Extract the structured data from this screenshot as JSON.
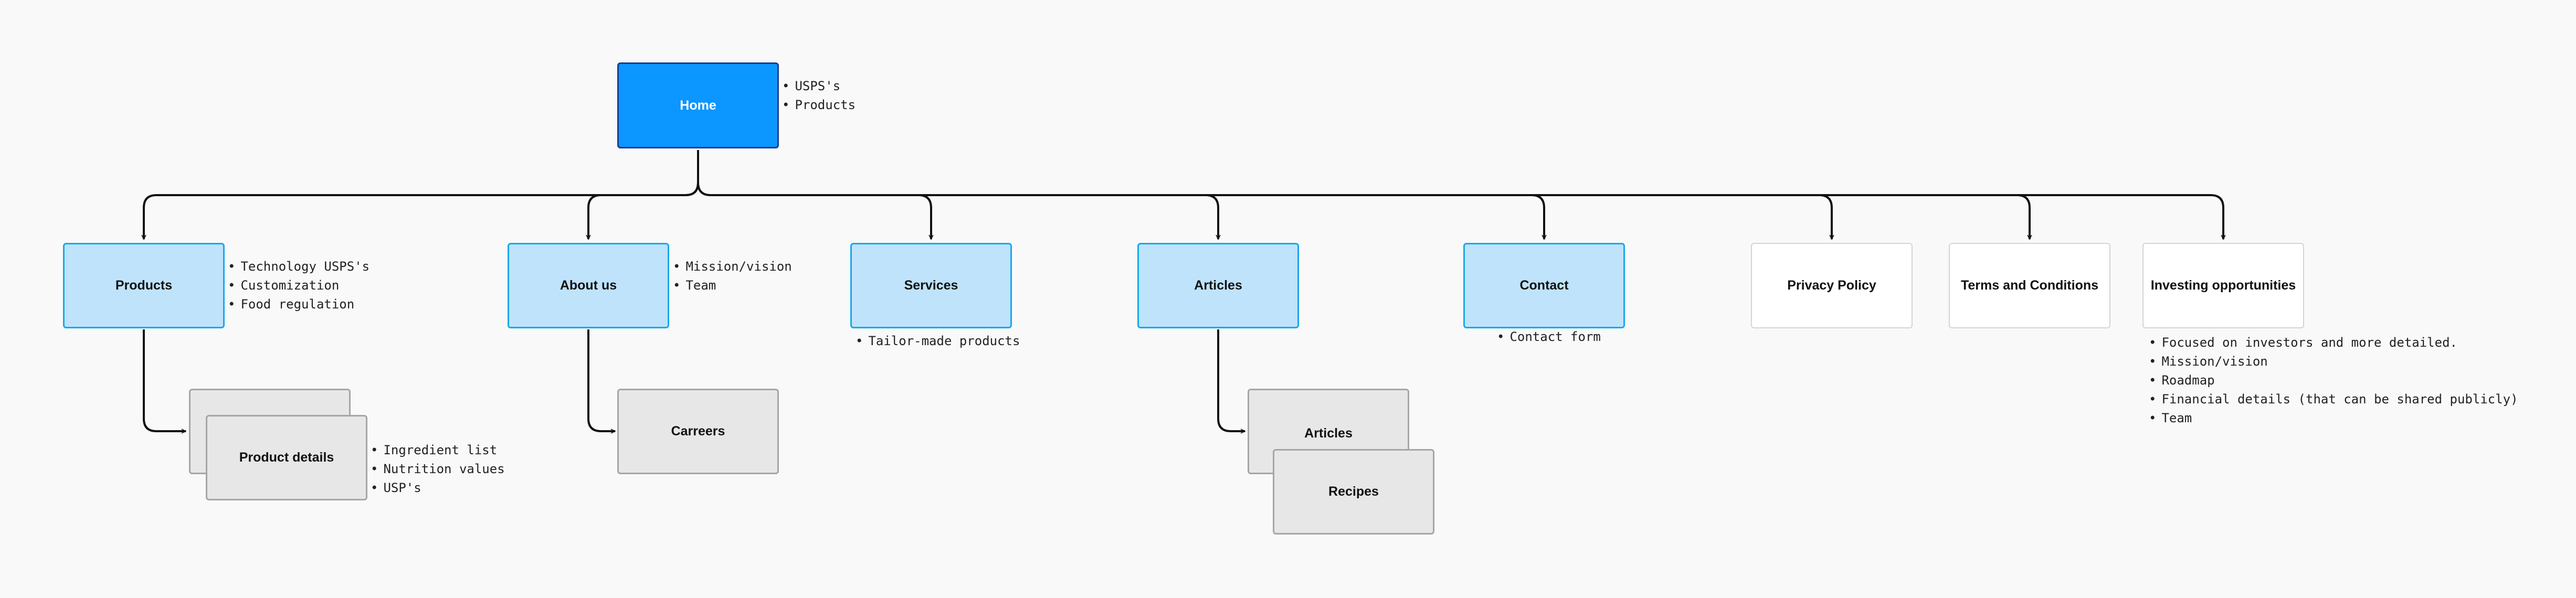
{
  "colors": {
    "primary_fill": "#0c96ff",
    "primary_border": "#1a3d8f",
    "page_fill": "#bfe3fb",
    "page_border": "#1aa8ea",
    "sub_fill": "#e7e7e7",
    "sub_border": "#a6a6a6",
    "connector": "#111111"
  },
  "nodes": {
    "home": "Home",
    "products": "Products",
    "about": "About us",
    "services": "Services",
    "articles": "Articles",
    "contact": "Contact",
    "privacy": "Privacy Policy",
    "terms": "Terms and Conditions",
    "investing": "Investing opportunities",
    "product_details": "Product details",
    "carreers": "Carreers",
    "articles_sub": "Articles",
    "recipes": "Recipes"
  },
  "notes": {
    "home": [
      "USPS's",
      "Products"
    ],
    "products": [
      "Technology USPS's",
      "Customization",
      "Food regulation"
    ],
    "about": [
      "Mission/vision",
      "Team"
    ],
    "services": [
      "Tailor-made products"
    ],
    "contact": [
      "Contact form"
    ],
    "investing": [
      "Focused on investors and more detailed.",
      "Mission/vision",
      "Roadmap",
      "Financial details (that can be shared publicly)",
      "Team"
    ],
    "product_details": [
      "Ingredient list",
      "Nutrition values",
      "USP's"
    ]
  }
}
